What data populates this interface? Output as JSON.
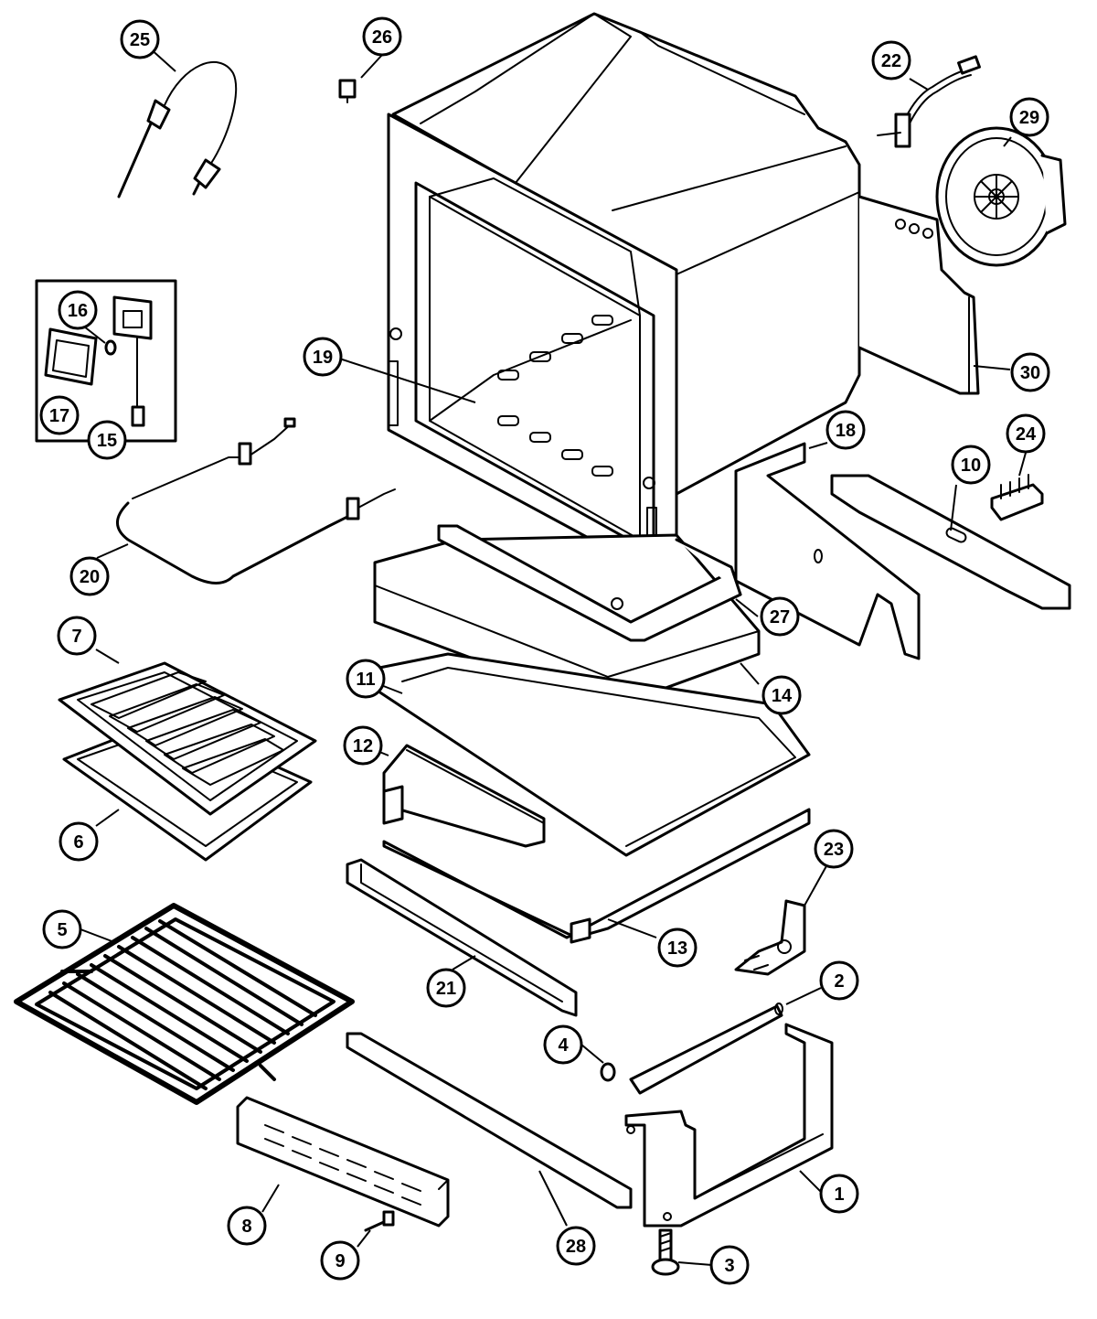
{
  "callouts": [
    {
      "id": "1"
    },
    {
      "id": "2"
    },
    {
      "id": "3"
    },
    {
      "id": "4"
    },
    {
      "id": "5"
    },
    {
      "id": "6"
    },
    {
      "id": "7"
    },
    {
      "id": "8"
    },
    {
      "id": "9"
    },
    {
      "id": "10"
    },
    {
      "id": "11"
    },
    {
      "id": "12"
    },
    {
      "id": "13"
    },
    {
      "id": "14"
    },
    {
      "id": "15"
    },
    {
      "id": "16"
    },
    {
      "id": "17"
    },
    {
      "id": "18"
    },
    {
      "id": "19"
    },
    {
      "id": "20"
    },
    {
      "id": "21"
    },
    {
      "id": "22"
    },
    {
      "id": "23"
    },
    {
      "id": "24"
    },
    {
      "id": "25"
    },
    {
      "id": "26"
    },
    {
      "id": "27"
    },
    {
      "id": "28"
    },
    {
      "id": "29"
    },
    {
      "id": "30"
    }
  ],
  "colors": {
    "line": "#000000",
    "background": "#ffffff"
  }
}
